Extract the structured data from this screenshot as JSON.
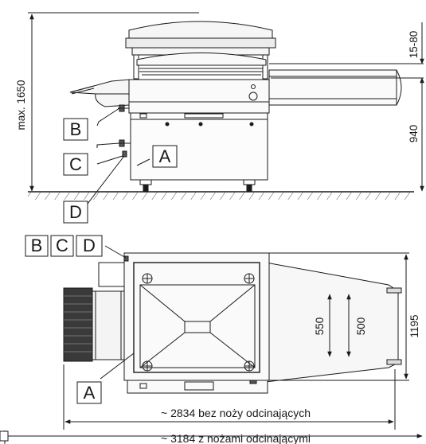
{
  "side_view": {
    "dimensions": {
      "max_height": "max. 1650",
      "top_gap": "15-80",
      "working_height": "940"
    },
    "labels": {
      "b": "B",
      "c": "C",
      "d": "D",
      "a": "A"
    }
  },
  "top_view": {
    "dimensions": {
      "d550": "550",
      "d500": "500",
      "d1195": "1195"
    },
    "labels": {
      "b": "B",
      "c": "C",
      "d": "D",
      "a": "A"
    },
    "captions": {
      "without_knives": "~ 2834 bez noży odcinających",
      "with_knives": "~ 3184 z nożami odcinającymi"
    }
  },
  "colors": {
    "line": "#1a1a1a",
    "fill_light": "#f4f4f4",
    "hatch": "#555555"
  }
}
